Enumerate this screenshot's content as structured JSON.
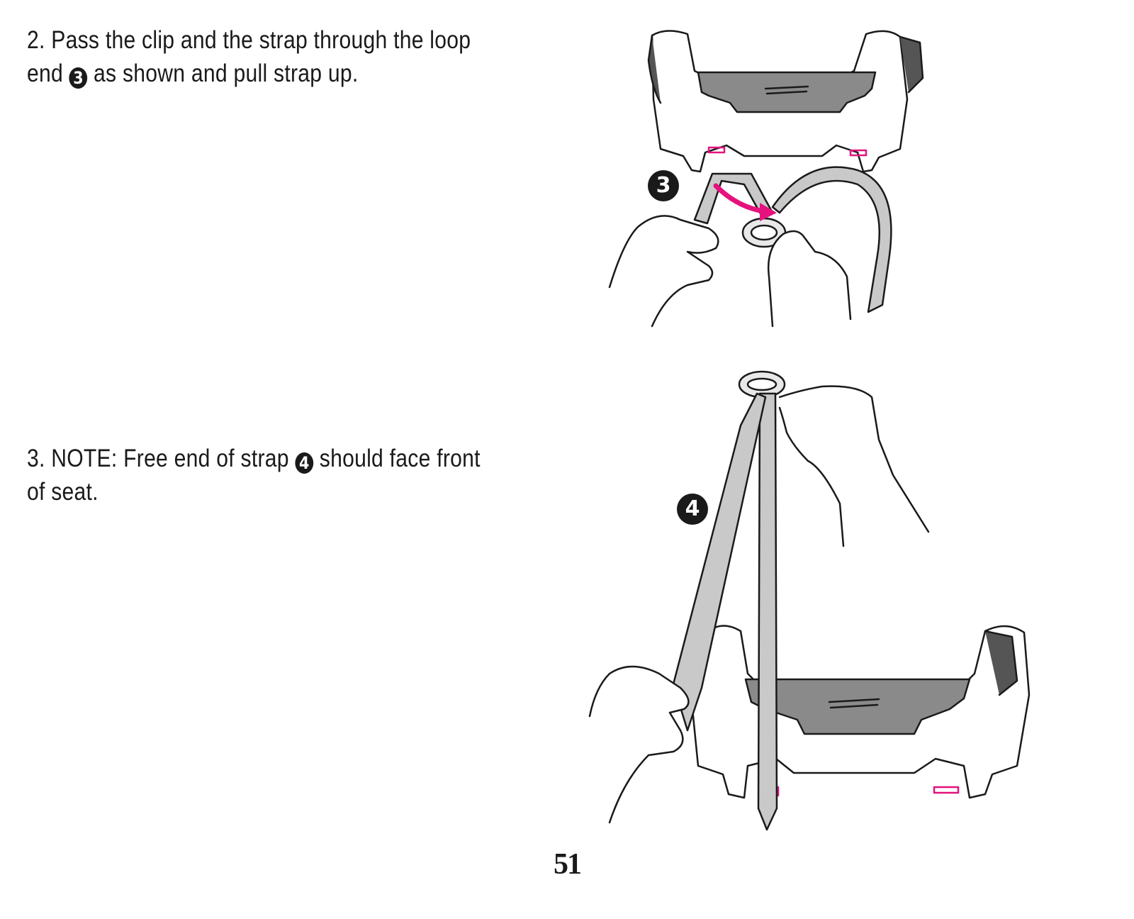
{
  "steps": [
    {
      "number": "2.",
      "text_before": "Pass the clip and the strap through the loop end",
      "callout": "3",
      "text_after": "as shown and pull strap up."
    },
    {
      "number": "3.",
      "text_before": "NOTE: Free end of strap",
      "callout": "4",
      "text_after": "should face front of seat."
    }
  ],
  "callouts": {
    "three": "3",
    "four": "4"
  },
  "page_number": "51",
  "colors": {
    "strap": "#c9c9c9",
    "seat_dark": "#8a8a8a",
    "accent_magenta": "#e5127d",
    "line": "#1a1a1a"
  }
}
